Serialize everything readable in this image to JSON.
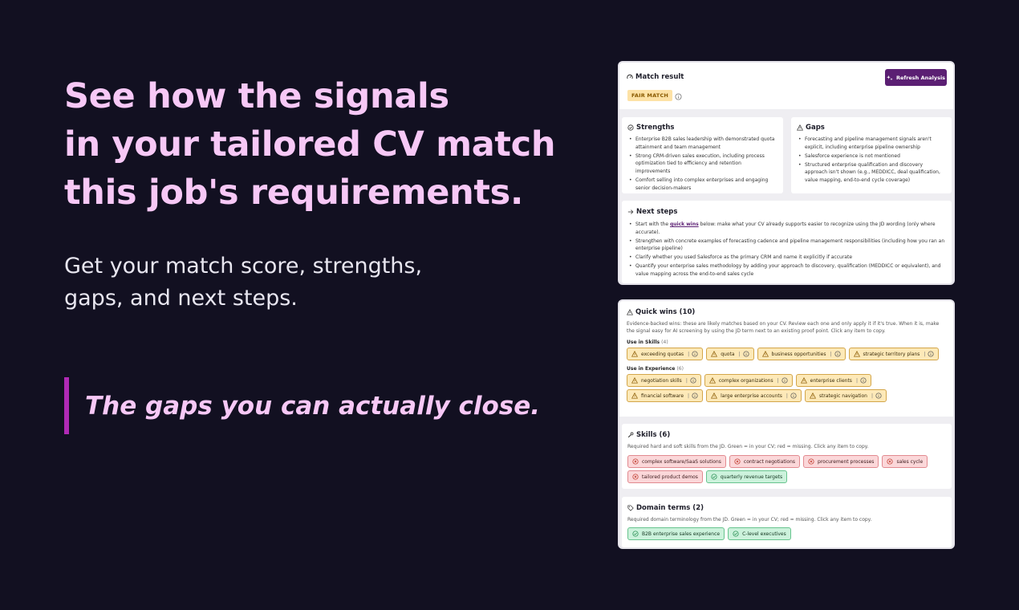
{
  "hero": {
    "headline": [
      "See how the signals",
      "in your tailored CV match",
      "this job's requirements."
    ],
    "subtext": [
      "Get your match score, strengths,",
      "gaps, and next steps."
    ],
    "quote": "The gaps you can actually close."
  },
  "match": {
    "title": "Match result",
    "refresh_label": "Refresh Analysis",
    "badge": "FAIR MATCH",
    "strengths": {
      "title": "Strengths",
      "items": [
        "Enterprise B2B sales leadership with demonstrated quota attainment and team management",
        "Strong CRM-driven sales execution, including process optimization tied to efficiency and retention improvements",
        "Comfort selling into complex enterprises and engaging senior decision-makers"
      ]
    },
    "gaps": {
      "title": "Gaps",
      "items": [
        "Forecasting and pipeline management signals aren't explicit, including enterprise pipeline ownership",
        "Salesforce experience is not mentioned",
        "Structured enterprise qualification and discovery approach isn't shown (e.g., MEDDICC, deal qualification, value mapping, end-to-end cycle coverage)"
      ]
    },
    "next_steps": {
      "title": "Next steps",
      "first_pre": "Start with the ",
      "first_link": "quick wins",
      "first_post": " below: make what your CV already supports easier to recognize using the JD wording (only where accurate).",
      "items": [
        "Strengthen with concrete examples of forecasting cadence and pipeline management responsibilities (including how you ran an enterprise pipeline)",
        "Clarify whether you used Salesforce as the primary CRM and name it explicitly if accurate",
        "Quantify your enterprise sales methodology by adding your approach to discovery, qualification (MEDDICC or equivalent), and value mapping across the end-to-end sales cycle"
      ]
    }
  },
  "quick_wins": {
    "title": "Quick wins (10)",
    "desc": "Evidence-backed wins: these are likely matches based on your CV. Review each one and only apply it if it's true. When it is, make the signal easy for AI screening by using the JD term next to an existing proof point. Click any item to copy.",
    "skills_label": "Use in Skills",
    "skills_count": "(4)",
    "skills": [
      "exceeding quotas",
      "quota",
      "business opportunities",
      "strategic territory plans"
    ],
    "exp_label": "Use in Experience",
    "exp_count": "(6)",
    "experience": [
      "negotiation skills",
      "complex organizations",
      "enterprise clients",
      "financial software",
      "large enterprise accounts",
      "strategic navigation"
    ]
  },
  "skills": {
    "title": "Skills (6)",
    "desc": "Required hard and soft skills from the JD. Green = in your CV; red = missing. Click any item to copy.",
    "missing": [
      "complex software/SaaS solutions",
      "contract negotiations",
      "procurement processes",
      "sales cycle",
      "tailored product demos"
    ],
    "present": [
      "quarterly revenue targets"
    ]
  },
  "domain": {
    "title": "Domain terms (2)",
    "desc": "Required domain terminology from the JD. Green = in your CV; red = missing. Click any item to copy.",
    "present": [
      "B2B enterprise sales experience",
      "C-level executives"
    ]
  },
  "colors": {
    "background": "#121021",
    "accent": "#f7c8f6",
    "bar": "#b02ab5",
    "button": "#5b1f73"
  }
}
